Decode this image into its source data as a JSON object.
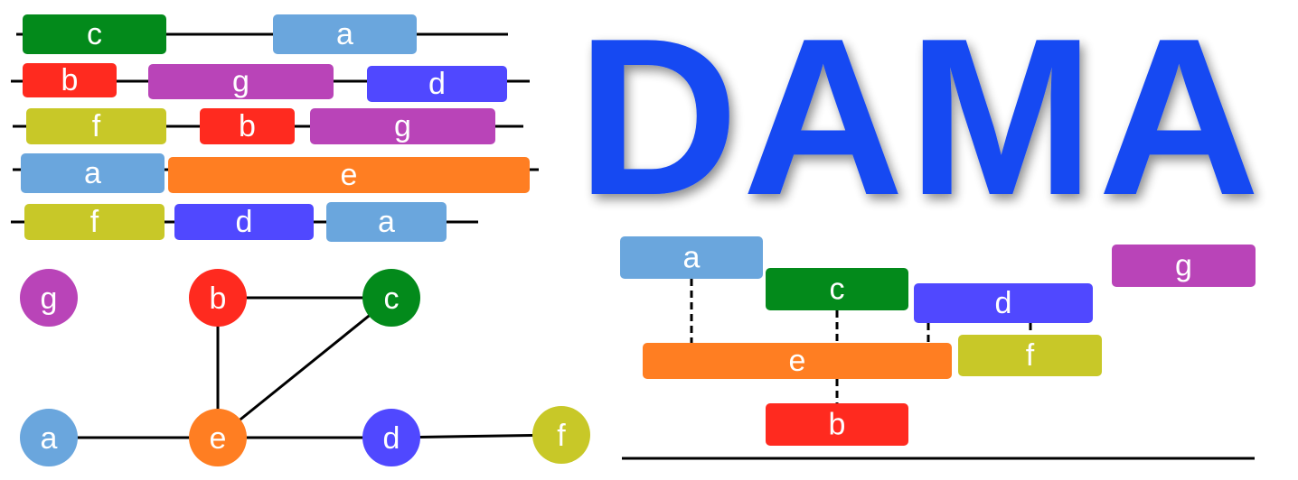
{
  "title": "DAMA",
  "colors": {
    "a": "#6aa6dd",
    "b": "#ff2a1f",
    "c": "#038a1b",
    "d": "#5048ff",
    "e": "#ff7e22",
    "f": "#c8c828",
    "g": "#b944b8",
    "title": "#1348f2",
    "line": "#000000"
  },
  "tracks": [
    [
      {
        "label": "c",
        "key": "c"
      },
      {
        "label": "a",
        "key": "a"
      }
    ],
    [
      {
        "label": "b",
        "key": "b"
      },
      {
        "label": "g",
        "key": "g"
      },
      {
        "label": "d",
        "key": "d"
      }
    ],
    [
      {
        "label": "f",
        "key": "f"
      },
      {
        "label": "b",
        "key": "b"
      },
      {
        "label": "g",
        "key": "g"
      }
    ],
    [
      {
        "label": "a",
        "key": "a"
      },
      {
        "label": "e",
        "key": "e"
      }
    ],
    [
      {
        "label": "f",
        "key": "f"
      },
      {
        "label": "d",
        "key": "d"
      },
      {
        "label": "a",
        "key": "a"
      }
    ]
  ],
  "graph": {
    "nodes": [
      {
        "id": "g",
        "label": "g"
      },
      {
        "id": "b",
        "label": "b"
      },
      {
        "id": "c",
        "label": "c"
      },
      {
        "id": "a",
        "label": "a"
      },
      {
        "id": "e",
        "label": "e"
      },
      {
        "id": "d",
        "label": "d"
      },
      {
        "id": "f",
        "label": "f"
      }
    ],
    "edges": [
      [
        "b",
        "c"
      ],
      [
        "b",
        "e"
      ],
      [
        "c",
        "e"
      ],
      [
        "a",
        "e"
      ],
      [
        "e",
        "d"
      ],
      [
        "d",
        "f"
      ]
    ]
  },
  "layout": {
    "boxes": [
      {
        "label": "a",
        "key": "a"
      },
      {
        "label": "c",
        "key": "c"
      },
      {
        "label": "d",
        "key": "d"
      },
      {
        "label": "g",
        "key": "g"
      },
      {
        "label": "e",
        "key": "e"
      },
      {
        "label": "f",
        "key": "f"
      },
      {
        "label": "b",
        "key": "b"
      }
    ]
  }
}
